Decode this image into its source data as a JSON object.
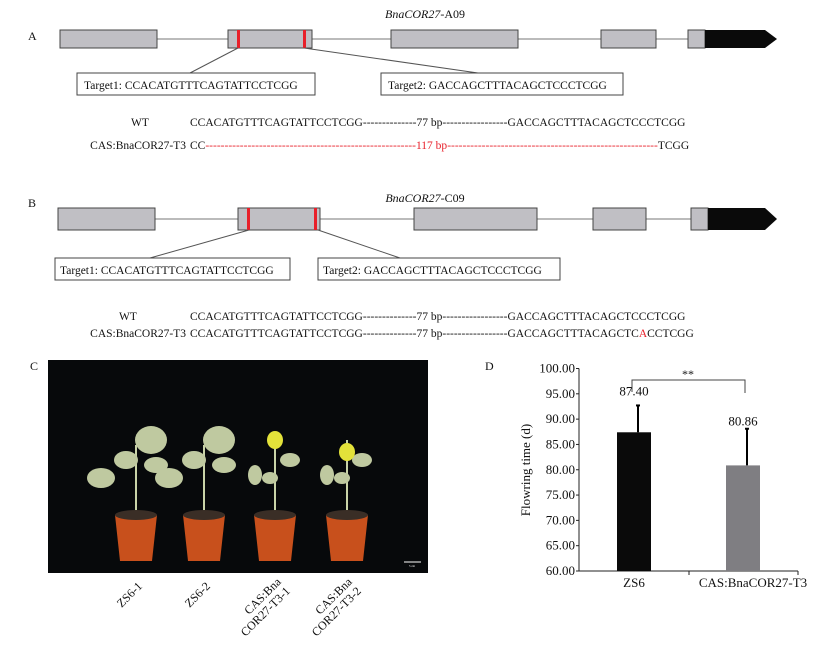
{
  "panelA": {
    "letter": "A",
    "gene_italic": "BnaCOR27",
    "gene_suffix": "-A09",
    "target1": "Target1: CCACATGTTTCAGTATTCCTCGG",
    "target2": "Target2: GACCAGCTTTACAGCTCCCTCGG",
    "wt_label": "WT",
    "wt_seq_left": "CCACATGTTTCAGTATTCCTCGG",
    "wt_gap": "77 bp",
    "wt_seq_right": "GACCAGCTTTACAGCTCCCTCGG",
    "mut_label": "CAS:BnaCOR27-T3",
    "mut_seq_left": "CC",
    "mut_gap": "117 bp",
    "mut_seq_right": "TCGG"
  },
  "panelB": {
    "letter": "B",
    "gene_italic": "BnaCOR27",
    "gene_suffix": "-C09",
    "target1": "Target1: CCACATGTTTCAGTATTCCTCGG",
    "target2": "Target2: GACCAGCTTTACAGCTCCCTCGG",
    "wt_label": "WT",
    "wt_seq_left": "CCACATGTTTCAGTATTCCTCGG",
    "wt_gap": "77 bp",
    "wt_seq_right": "GACCAGCTTTACAGCTCCCTCGG",
    "mut_label": "CAS:BnaCOR27-T3",
    "mut_seq_left": "CCACATGTTTCAGTATTCCTCGG",
    "mut_gap": "77 bp",
    "mut_seq_right_a": "GACCAGCTTTACAGCTC",
    "mut_insert": "A",
    "mut_seq_right_b": "CCTCGG"
  },
  "panelC": {
    "letter": "C",
    "scale_bar": "5 cm",
    "labels": [
      [
        "ZS6-1"
      ],
      [
        "ZS6-2"
      ],
      [
        "CAS:Bna",
        "COR27-T3-1"
      ],
      [
        "CAS:Bna",
        "COR27-T3-2"
      ]
    ]
  },
  "panelD": {
    "letter": "D"
  },
  "colors": {
    "mutation": "#e8202a",
    "bar1": "#0a0a0a",
    "bar2": "#7f7e82",
    "exon": "#c0bfc4",
    "utr": "#0a0a0a"
  },
  "chart_data": {
    "type": "bar",
    "categories": [
      "ZS6",
      "CAS:BnaCOR27-T3"
    ],
    "values": [
      87.4,
      80.86
    ],
    "value_labels": [
      "87.40",
      "80.86"
    ],
    "error_upper": [
      92.7,
      88.1
    ],
    "ylabel": "Flowring time (d)",
    "xlabel": "",
    "ylim": [
      60,
      100
    ],
    "yticks": [
      "60.00",
      "65.00",
      "70.00",
      "75.00",
      "80.00",
      "85.00",
      "90.00",
      "95.00",
      "100.00"
    ],
    "significance": "**",
    "grid": false
  }
}
